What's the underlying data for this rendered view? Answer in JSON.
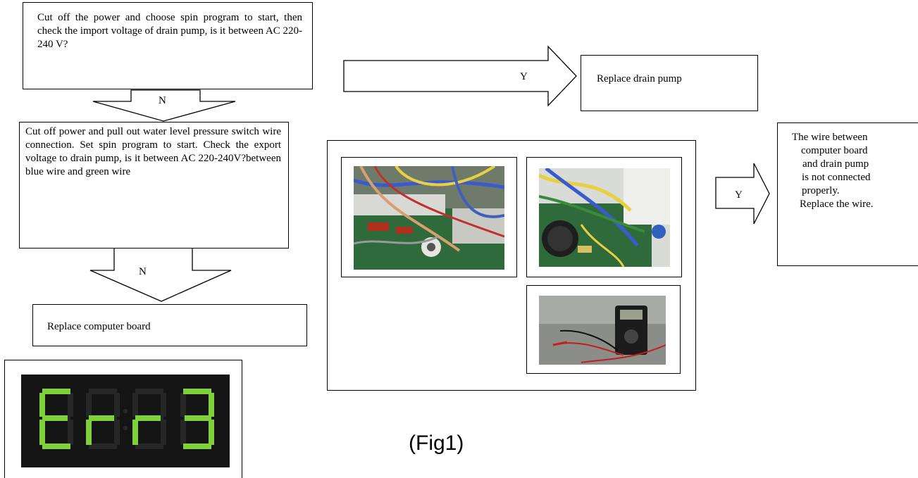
{
  "steps": {
    "step1": "Cut off the power and choose spin program to start, then check the import voltage of drain pump, is it between AC 220-240 V?",
    "step2": "Cut off power and pull out water level pressure switch wire connection. Set spin program to start. Check the export voltage to drain pump, is it between AC 220-240V?between blue wire and green wire",
    "replace_drain_pump": "Replace drain pump",
    "replace_computer_board": "Replace computer board",
    "wire_note": [
      "The wire between",
      "computer board",
      "and drain pump",
      "is not connected",
      "properly.",
      "Replace the wire."
    ]
  },
  "labels": {
    "y1": "Y",
    "y2": "Y",
    "n1": "N",
    "n2": "N"
  },
  "display": {
    "digits": [
      "E",
      "r",
      "r",
      "3"
    ],
    "color": "#7fd13b"
  },
  "caption": "(Fig1)",
  "colors": {
    "wire_line": "#e02020"
  }
}
